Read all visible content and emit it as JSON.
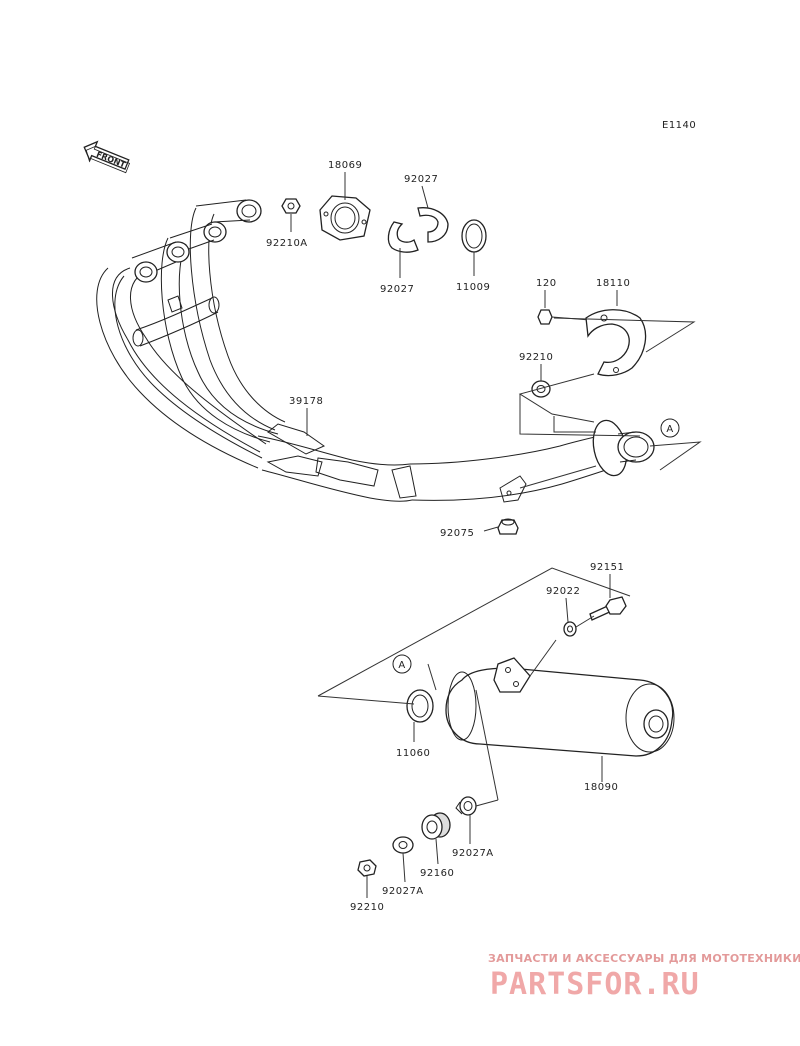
{
  "diagram": {
    "code": "E1140",
    "front_label": "FRONT",
    "callout_ref": "A",
    "parts": [
      {
        "id": "18069"
      },
      {
        "id": "92027"
      },
      {
        "id": "92210A"
      },
      {
        "id": "92027"
      },
      {
        "id": "11009"
      },
      {
        "id": "120"
      },
      {
        "id": "18110"
      },
      {
        "id": "92210"
      },
      {
        "id": "39178"
      },
      {
        "id": "92075"
      },
      {
        "id": "92151"
      },
      {
        "id": "92022"
      },
      {
        "id": "11060"
      },
      {
        "id": "18090"
      },
      {
        "id": "92027A"
      },
      {
        "id": "92160"
      },
      {
        "id": "92027A"
      },
      {
        "id": "92210"
      }
    ]
  },
  "watermark": {
    "tagline": "ЗАПЧАСТИ И АКСЕССУАРЫ ДЛЯ МОТОТЕХНИКИ",
    "brand": "PARTSFOR.RU"
  }
}
